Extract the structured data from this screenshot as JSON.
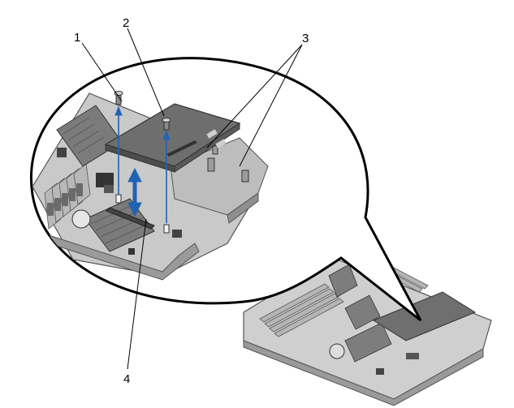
{
  "callouts": [
    {
      "id": "1",
      "label": "1"
    },
    {
      "id": "2",
      "label": "2"
    },
    {
      "id": "3",
      "label": "3"
    },
    {
      "id": "4",
      "label": "4"
    }
  ],
  "colors": {
    "board": "#c8c8c8",
    "board_dark": "#8e8e8e",
    "board_edge": "#555555",
    "card": "#6f6f6f",
    "card_edge": "#3a3a3a",
    "arrow": "#1f63b3",
    "outline": "#000000"
  },
  "icons": [
    "mezzanine-card",
    "system-board",
    "screw",
    "connector",
    "alignment-arrow"
  ]
}
